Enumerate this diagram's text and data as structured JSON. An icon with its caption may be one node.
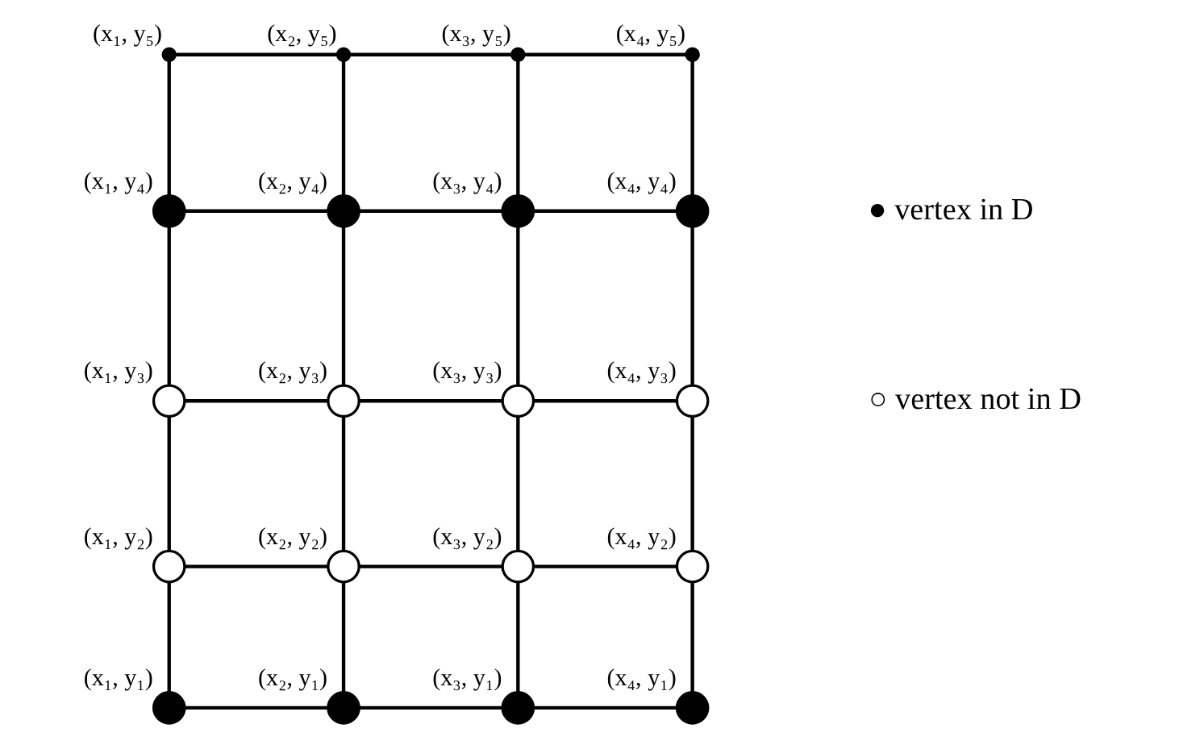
{
  "diagram": {
    "nodes": [
      {
        "text": [],
        "shape": "dot",
        "beside": [
          "(x₁, y₅)"
        ]
      },
      {
        "text": [],
        "shape": "dot",
        "beside": [
          "(x₂, y₅)"
        ]
      },
      {
        "text": [],
        "shape": "dot",
        "beside": [
          "(x₃, y₅)"
        ]
      },
      {
        "text": [],
        "shape": "dot",
        "beside": [
          "(x₄, y₅)"
        ]
      },
      {
        "text": [],
        "shape": "circle",
        "beside": [
          "(x₁, y₄)"
        ]
      },
      {
        "text": [],
        "shape": "circle",
        "beside": [
          "(x₂, y₄)"
        ]
      },
      {
        "text": [],
        "shape": "circle",
        "beside": [
          "(x₃, y₄)"
        ]
      },
      {
        "text": [],
        "shape": "circle",
        "beside": [
          "(x₄, y₄)"
        ]
      },
      {
        "text": [],
        "shape": "circle",
        "beside": [
          "(x₁, y₃)"
        ]
      },
      {
        "text": [],
        "shape": "circle",
        "beside": [
          "(x₂, y₃)"
        ]
      },
      {
        "text": [],
        "shape": "circle",
        "beside": [
          "(x₃, y₃)"
        ]
      },
      {
        "text": [],
        "shape": "circle",
        "beside": [
          "(x₄, y₃)"
        ]
      },
      {
        "text": [],
        "shape": "circle",
        "beside": [
          "(x₁, y₂)"
        ]
      },
      {
        "text": [],
        "shape": "circle",
        "beside": [
          "(x₂, y₂)"
        ]
      },
      {
        "text": [],
        "shape": "circle",
        "beside": [
          "(x₃, y₂)"
        ]
      },
      {
        "text": [],
        "shape": "circle",
        "beside": [
          "(x₄, y₂)"
        ]
      },
      {
        "text": [],
        "shape": "circle",
        "beside": [
          "(x₁, y₁)"
        ]
      },
      {
        "text": [],
        "shape": "circle",
        "beside": [
          "(x₂, y₁)"
        ]
      },
      {
        "text": [],
        "shape": "circle",
        "beside": [
          "(x₃, y₁)"
        ]
      },
      {
        "text": [],
        "shape": "circle",
        "beside": [
          "(x₄, y₁)"
        ]
      }
    ],
    "edges": [
      {
        "from": 0,
        "to": 1,
        "arrow": "none"
      },
      {
        "from": 1,
        "to": 2,
        "arrow": "none"
      },
      {
        "from": 2,
        "to": 3,
        "arrow": "none"
      },
      {
        "from": 4,
        "to": 5,
        "arrow": "none"
      },
      {
        "from": 5,
        "to": 6,
        "arrow": "none"
      },
      {
        "from": 6,
        "to": 7,
        "arrow": "none"
      },
      {
        "from": 8,
        "to": 9,
        "arrow": "none"
      },
      {
        "from": 9,
        "to": 10,
        "arrow": "none"
      },
      {
        "from": 10,
        "to": 11,
        "arrow": "none"
      },
      {
        "from": 12,
        "to": 13,
        "arrow": "none"
      },
      {
        "from": 13,
        "to": 14,
        "arrow": "none"
      },
      {
        "from": 14,
        "to": 15,
        "arrow": "none"
      },
      {
        "from": 16,
        "to": 17,
        "arrow": "none"
      },
      {
        "from": 17,
        "to": 18,
        "arrow": "none"
      },
      {
        "from": 18,
        "to": 19,
        "arrow": "none"
      },
      {
        "from": 0,
        "to": 4,
        "arrow": "none"
      },
      {
        "from": 1,
        "to": 5,
        "arrow": "none"
      },
      {
        "from": 2,
        "to": 6,
        "arrow": "none"
      },
      {
        "from": 3,
        "to": 7,
        "arrow": "none"
      },
      {
        "from": 4,
        "to": 8,
        "arrow": "none"
      },
      {
        "from": 5,
        "to": 9,
        "arrow": "none"
      },
      {
        "from": 6,
        "to": 10,
        "arrow": "none"
      },
      {
        "from": 7,
        "to": 11,
        "arrow": "none"
      },
      {
        "from": 8,
        "to": 12,
        "arrow": "none"
      },
      {
        "from": 9,
        "to": 13,
        "arrow": "none"
      },
      {
        "from": 10,
        "to": 14,
        "arrow": "none"
      },
      {
        "from": 11,
        "to": 15,
        "arrow": "none"
      },
      {
        "from": 12,
        "to": 16,
        "arrow": "none"
      },
      {
        "from": 13,
        "to": 17,
        "arrow": "none"
      },
      {
        "from": 14,
        "to": 18,
        "arrow": "none"
      },
      {
        "from": 15,
        "to": 19,
        "arrow": "none"
      }
    ],
    "legend": [
      {
        "text": "● vertex in D"
      },
      {
        "text": "○ vertex not in D"
      }
    ]
  }
}
